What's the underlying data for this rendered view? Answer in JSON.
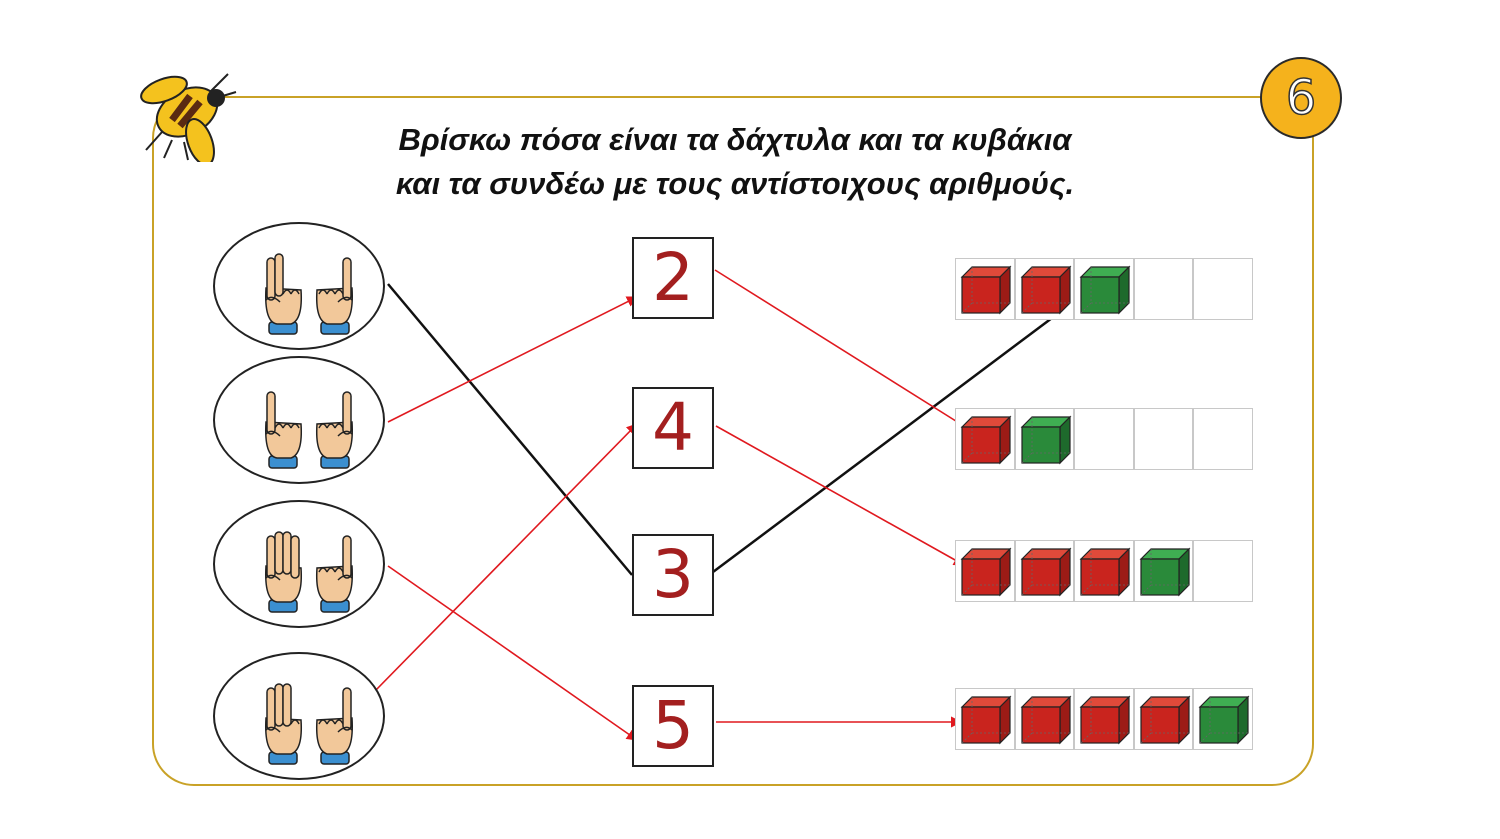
{
  "page_number": "6",
  "instructions": {
    "line1": "Βρίσκω πόσα είναι τα δάχτυλα και τα κυβάκια",
    "line2": "και τα συνδέω με τους αντίστοιχους αριθμούς."
  },
  "hands": [
    {
      "left_fingers": 2,
      "right_fingers": 1
    },
    {
      "left_fingers": 1,
      "right_fingers": 1
    },
    {
      "left_fingers": 4,
      "right_fingers": 1
    },
    {
      "left_fingers": 3,
      "right_fingers": 1
    }
  ],
  "numbers": [
    "2",
    "4",
    "3",
    "5"
  ],
  "cube_rows": [
    {
      "red": 2,
      "green": 1,
      "slots": 5
    },
    {
      "red": 1,
      "green": 1,
      "slots": 5
    },
    {
      "red": 3,
      "green": 1,
      "slots": 5
    },
    {
      "red": 4,
      "green": 1,
      "slots": 5
    }
  ],
  "colors": {
    "frame": "#c9a227",
    "badge": "#f5b21c",
    "number_text": "#a31f1f",
    "red_line": "#e0191f",
    "black_line": "#111111",
    "cube_red": "#c9241e",
    "cube_green": "#2a8a3a"
  }
}
